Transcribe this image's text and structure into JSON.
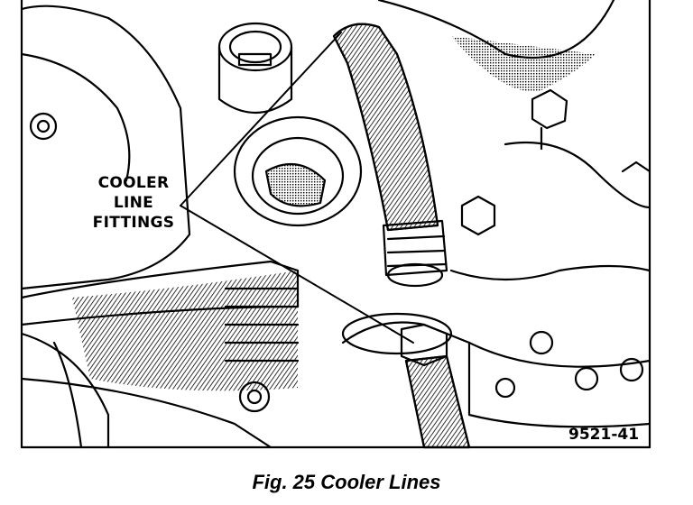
{
  "figure": {
    "callout_lines": [
      "COOLER",
      "LINE",
      "FITTINGS"
    ],
    "reference_number": "9521-41",
    "caption": "Fig. 25 Cooler Lines"
  },
  "colors": {
    "line": "#000000",
    "background": "#ffffff"
  }
}
